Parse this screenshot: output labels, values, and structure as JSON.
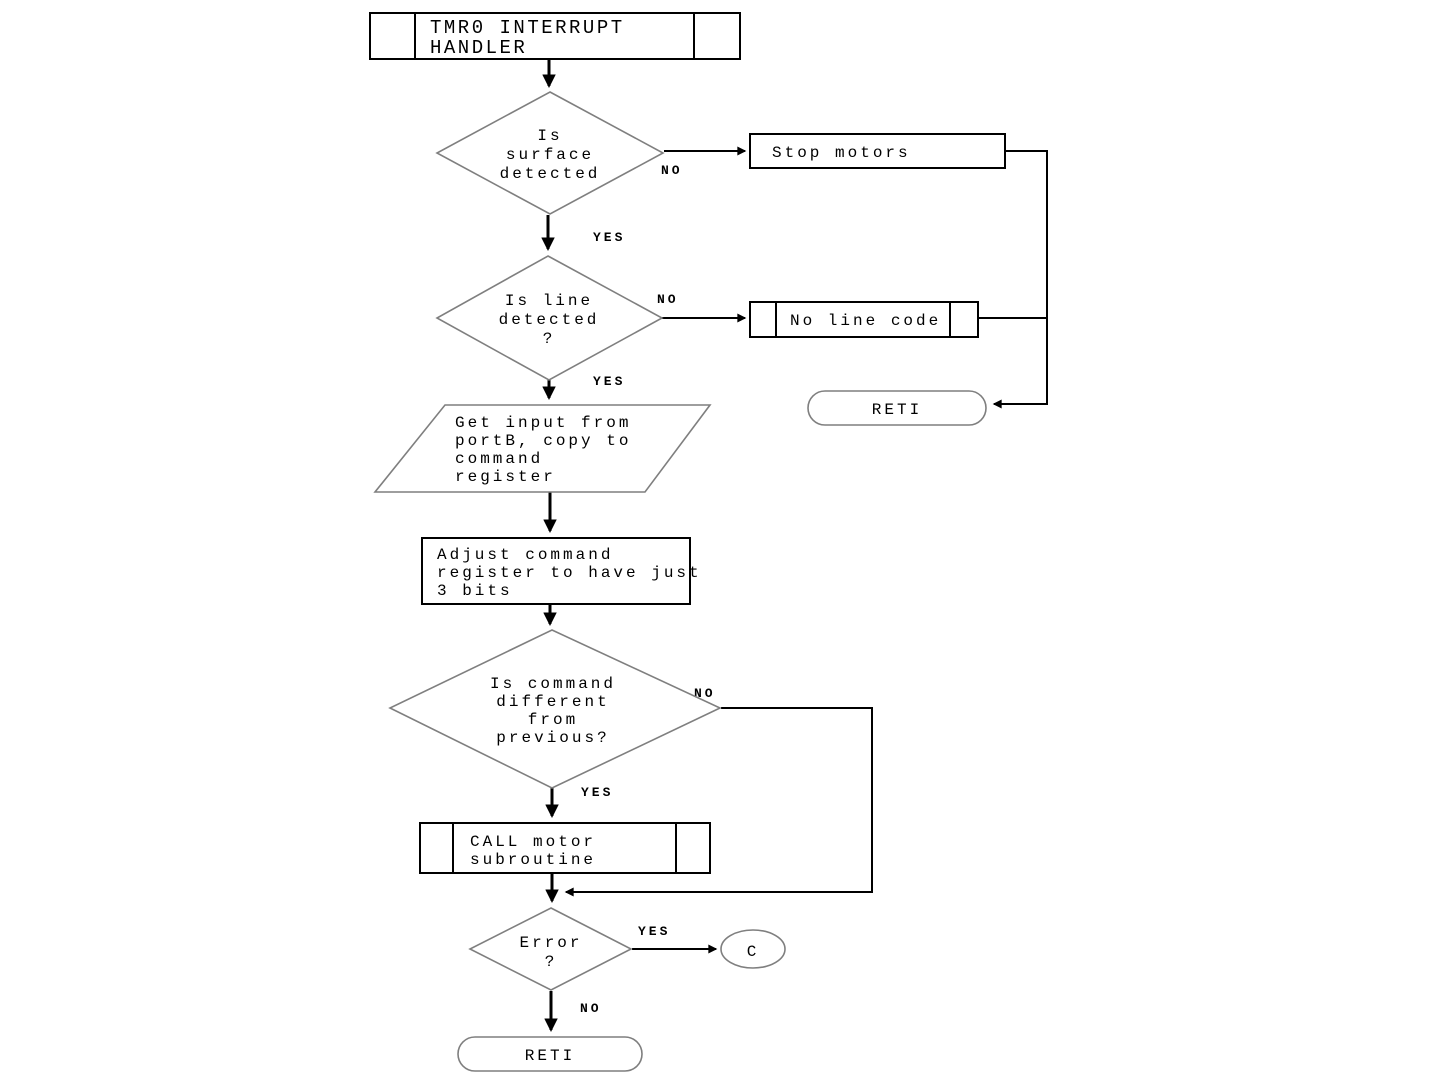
{
  "diagram": {
    "kind": "flowchart",
    "title": "TMR0 INTERRUPT HANDLER"
  },
  "colors": {
    "background": "#ffffff",
    "box_outline": "#000000",
    "soft_shape_outline": "#7f7f7f",
    "connector": "#000000",
    "text": "#000000"
  },
  "nodes": {
    "start": {
      "type": "predefined-process",
      "lines": [
        "TMR0 INTERRUPT",
        "HANDLER"
      ]
    },
    "surface_decision": {
      "type": "decision",
      "lines": [
        "Is",
        "surface",
        "detected"
      ]
    },
    "stop_motors": {
      "type": "process",
      "lines": [
        "Stop motors"
      ]
    },
    "line_decision": {
      "type": "decision",
      "lines": [
        "Is line",
        "detected",
        "?"
      ]
    },
    "no_line_code": {
      "type": "predefined-process",
      "lines": [
        "No line code"
      ]
    },
    "reti_top": {
      "type": "terminator",
      "lines": [
        "RETI"
      ]
    },
    "get_input": {
      "type": "input-output",
      "lines": [
        "Get input from",
        "portB, copy to",
        "command",
        "register"
      ]
    },
    "adjust_command": {
      "type": "process",
      "lines": [
        "Adjust command",
        "register to have just",
        "3 bits"
      ]
    },
    "command_decision": {
      "type": "decision",
      "lines": [
        "Is command",
        "different",
        "from",
        "previous?"
      ]
    },
    "call_motor": {
      "type": "predefined-process",
      "lines": [
        "CALL motor",
        "subroutine"
      ]
    },
    "error_decision": {
      "type": "decision",
      "lines": [
        "Error",
        "?"
      ]
    },
    "connector_c": {
      "type": "connector",
      "lines": [
        "C"
      ]
    },
    "reti_bottom": {
      "type": "terminator",
      "lines": [
        "RETI"
      ]
    }
  },
  "edges": {
    "surface_no": "NO",
    "surface_yes": "YES",
    "line_no": "NO",
    "line_yes": "YES",
    "command_no": "NO",
    "command_yes": "YES",
    "error_yes": "YES",
    "error_no": "NO"
  }
}
